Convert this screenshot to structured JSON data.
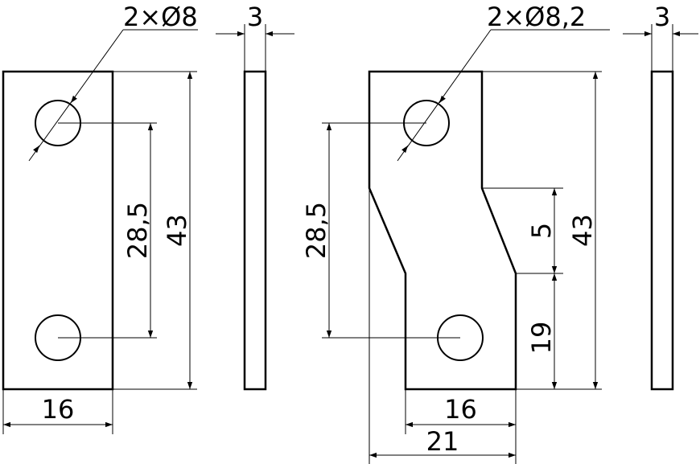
{
  "drawing": {
    "left_part": {
      "hole_callout": "2×Ø8",
      "thickness": "3",
      "width": "16",
      "hole_spacing": "28,5",
      "height": "43"
    },
    "right_part": {
      "hole_callout": "2×Ø8,2",
      "thickness": "3",
      "width_bottom": "16",
      "width_overall": "21",
      "hole_spacing": "28,5",
      "height": "43",
      "offset_height": "5",
      "lower_height": "19"
    },
    "colors": {
      "line": "#000000",
      "background": "#ffffff"
    }
  }
}
